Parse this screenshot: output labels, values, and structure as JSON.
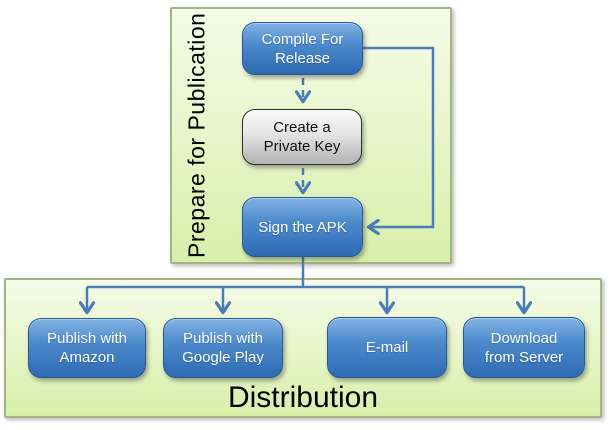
{
  "diagram": {
    "type": "flowchart",
    "colors": {
      "group_fill_top": "#f5fbe8",
      "group_fill_bottom": "#d8efaa",
      "group_border": "#a3b381",
      "node_blue_top": "#83b3e3",
      "node_blue_bottom": "#2e6ab2",
      "node_blue_border": "#265a96",
      "node_gray_top": "#fbfbfb",
      "node_gray_bottom": "#b2b2b2",
      "node_gray_border": "#2f2f2f",
      "connector": "#4a7cb8",
      "node_text_light": "#ffffff",
      "node_text_dark": "#111111",
      "group_label_text": "#000000"
    },
    "prepare": {
      "title": "Prepare for Publication",
      "compile": {
        "line1": "Compile For",
        "line2": "Release"
      },
      "key": {
        "line1": "Create a",
        "line2": "Private Key"
      },
      "sign": {
        "line1": "Sign the APK"
      }
    },
    "distribution": {
      "title": "Distribution",
      "amazon": {
        "line1": "Publish with",
        "line2": "Amazon"
      },
      "google": {
        "line1": "Publish with",
        "line2": "Google Play"
      },
      "email": {
        "line1": "E-mail"
      },
      "download": {
        "line1": "Download",
        "line2": "from Server"
      }
    },
    "edges": [
      {
        "from": "Compile For Release",
        "to": "Create a Private Key",
        "style": "dashed-arrow"
      },
      {
        "from": "Create a Private Key",
        "to": "Sign the APK",
        "style": "dashed-arrow"
      },
      {
        "from": "Compile For Release",
        "to": "Sign the APK",
        "style": "solid-arrow"
      },
      {
        "from": "Sign the APK",
        "to": "Publish with Amazon",
        "style": "solid-arrow"
      },
      {
        "from": "Sign the APK",
        "to": "Publish with Google Play",
        "style": "solid-arrow"
      },
      {
        "from": "Sign the APK",
        "to": "E-mail",
        "style": "solid-arrow"
      },
      {
        "from": "Sign the APK",
        "to": "Download from Server",
        "style": "solid-arrow"
      }
    ]
  }
}
